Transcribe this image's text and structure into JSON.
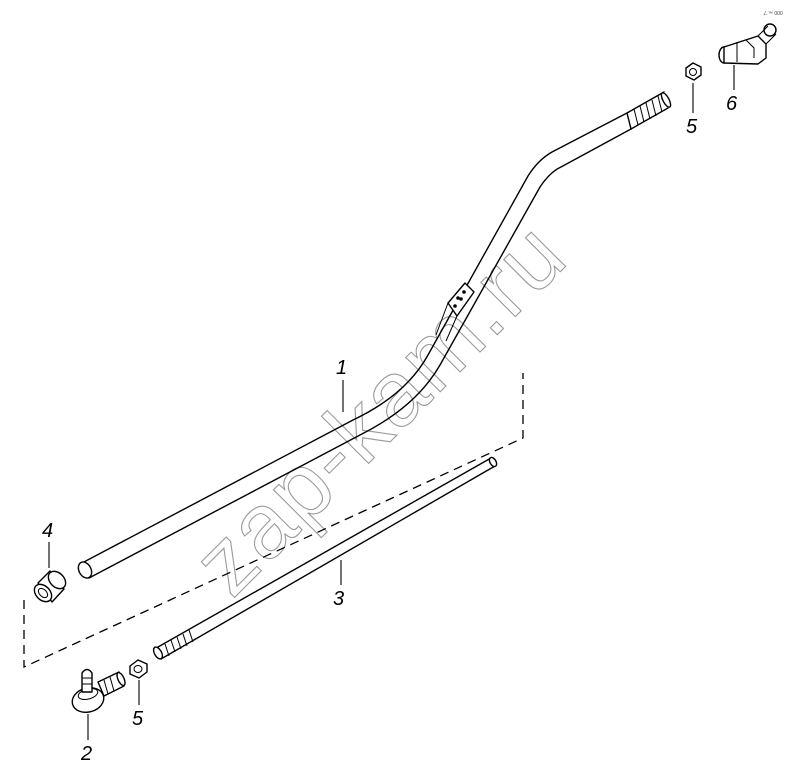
{
  "watermark": "zap-kam.ru",
  "drawing_code": "ㄥ™ 000",
  "callouts": [
    {
      "id": "1",
      "label": "1"
    },
    {
      "id": "2",
      "label": "2"
    },
    {
      "id": "3",
      "label": "3"
    },
    {
      "id": "4",
      "label": "4"
    },
    {
      "id": "5a",
      "label": "5"
    },
    {
      "id": "5b",
      "label": "5"
    },
    {
      "id": "6",
      "label": "6"
    }
  ]
}
